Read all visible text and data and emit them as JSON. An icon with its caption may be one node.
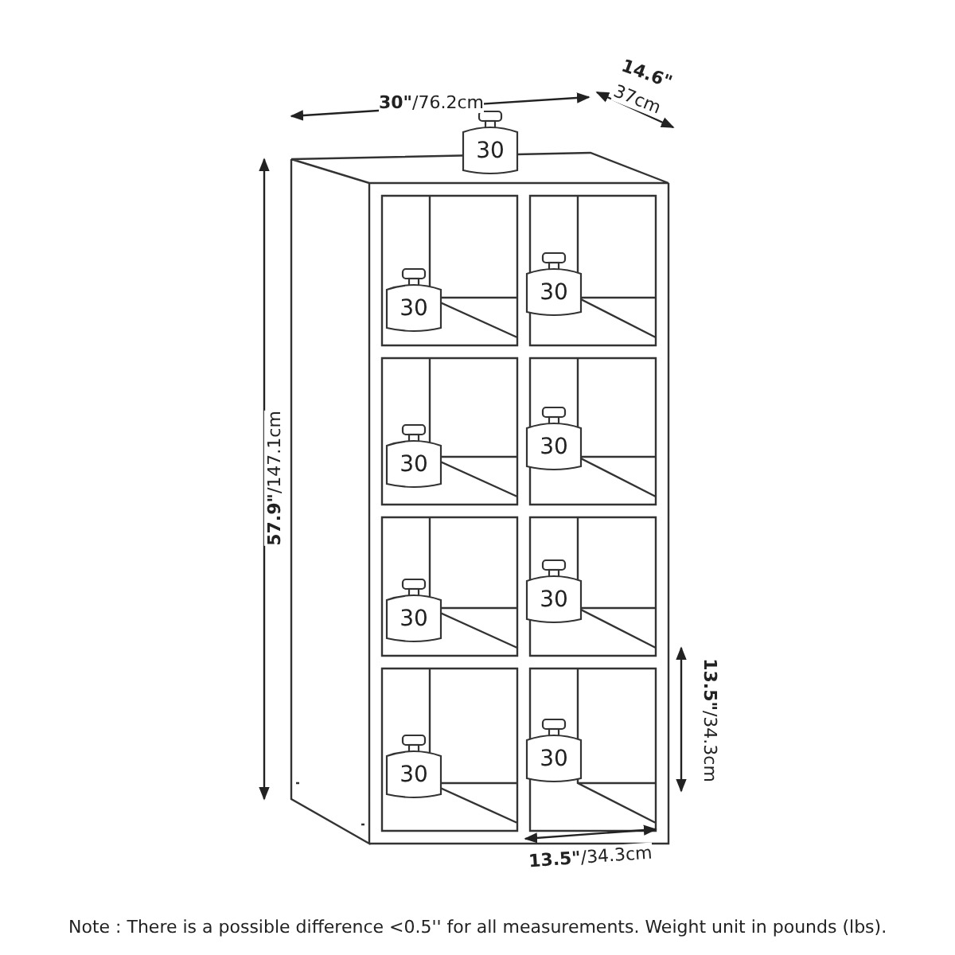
{
  "diagram": {
    "labels": [
      "**14.6\"**",
      "**30\"**/76.2cm",
      "37cm",
      "30",
      "**57.9\"**/147.1cm",
      "30",
      "30",
      "30",
      "30",
      "30",
      "30",
      "30",
      "30",
      "**13.5\"**/34.3cm",
      "**13.5\"**/34.3cm",
      "Note : There is a possible difference <0.5'' for all measurements. Weight unit in pounds (lbs)."
    ]
  }
}
